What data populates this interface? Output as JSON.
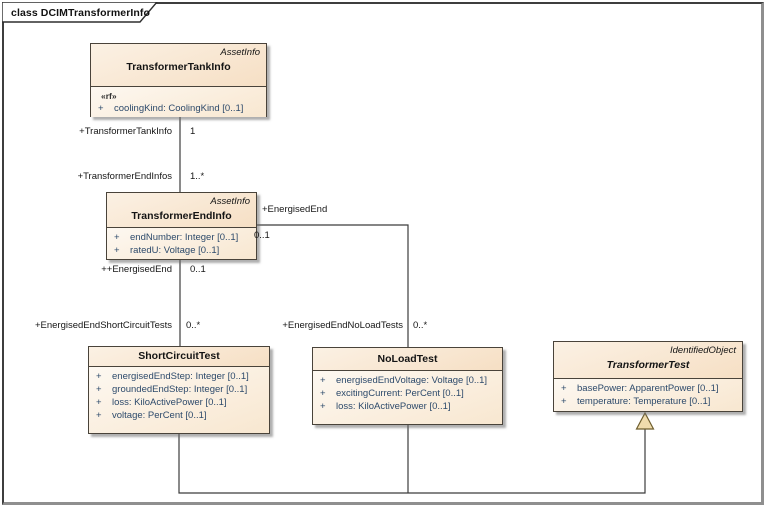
{
  "frame": {
    "label": "class DCIMTransformerInfo"
  },
  "colors": {
    "box_fill_light": "#fdf8f1",
    "box_fill_dark": "#f6dfc4",
    "box_border": "#49433a",
    "attribute_text": "#2d4a6b",
    "connector_line": "#3c3c3c",
    "generalization_arrow_fill": "#f0dcad",
    "generalization_arrow_border": "#6e5e2e"
  },
  "classes": {
    "tank": {
      "parent": "AssetInfo",
      "name": "TransformerTankInfo",
      "stereotype": "«rf»",
      "attributes": [
        {
          "vis": "+",
          "text": "coolingKind: CoolingKind [0..1]"
        }
      ]
    },
    "end": {
      "parent": "AssetInfo",
      "name": "TransformerEndInfo",
      "attributes": [
        {
          "vis": "+",
          "text": "endNumber: Integer [0..1]"
        },
        {
          "vis": "+",
          "text": "ratedU: Voltage [0..1]"
        }
      ]
    },
    "short_circuit": {
      "name": "ShortCircuitTest",
      "attributes": [
        {
          "vis": "+",
          "text": "energisedEndStep: Integer [0..1]"
        },
        {
          "vis": "+",
          "text": "groundedEndStep: Integer [0..1]"
        },
        {
          "vis": "+",
          "text": "loss: KiloActivePower [0..1]"
        },
        {
          "vis": "+",
          "text": "voltage: PerCent [0..1]"
        }
      ]
    },
    "no_load": {
      "name": "NoLoadTest",
      "attributes": [
        {
          "vis": "+",
          "text": "energisedEndVoltage: Voltage [0..1]"
        },
        {
          "vis": "+",
          "text": "excitingCurrent: PerCent [0..1]"
        },
        {
          "vis": "+",
          "text": "loss: KiloActivePower [0..1]"
        }
      ]
    },
    "transformer_test": {
      "parent": "IdentifiedObject",
      "name": "TransformerTest",
      "attributes": [
        {
          "vis": "+",
          "text": "basePower: ApparentPower [0..1]"
        },
        {
          "vis": "+",
          "text": "temperature: Temperature [0..1]"
        }
      ]
    }
  },
  "associations": {
    "tank_end": {
      "end_a_role": "+TransformerTankInfo",
      "end_a_mult": "1",
      "end_b_role": "+TransformerEndInfos",
      "end_b_mult": "1..*"
    },
    "end_short_circuit": {
      "end_a_role": "++EnergisedEnd",
      "end_a_mult": "0..1",
      "end_b_role": "+EnergisedEndShortCircuitTests",
      "end_b_mult": "0..*"
    },
    "end_no_load": {
      "end_a_role": "+EnergisedEnd",
      "end_a_mult": "0..1",
      "end_b_role": "+EnergisedEndNoLoadTests",
      "end_b_mult": "0..*"
    }
  }
}
